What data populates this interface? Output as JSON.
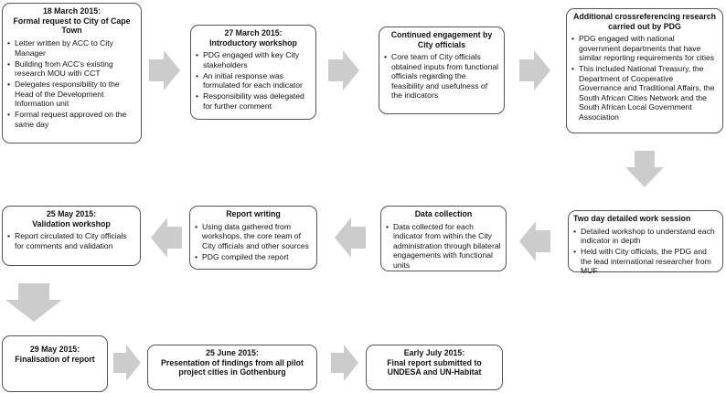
{
  "steps": [
    {
      "date": "18 March 2015:",
      "title": "Formal request to City of Cape Town",
      "bullets": [
        "Letter written by ACC to City Manager",
        "Building from ACC's existing research MOU with CCT",
        "Delegates responsibility to the Head of the Development Information unit",
        "Formal request approved on the same day"
      ]
    },
    {
      "date": "27 March 2015:",
      "title": "Introductory workshop",
      "bullets": [
        "PDG engaged with key City stakeholders",
        "An initial response was formulated for each indicator",
        "Responsibility was delegated for further comment"
      ]
    },
    {
      "date": "",
      "title": "Continued engagement by City officials",
      "bullets": [
        "Core team of City officials obtained inputs from functional officials regarding the feasibility and usefulness of the indicators"
      ]
    },
    {
      "date": "",
      "title": "Additional crossreferencing research carried out by PDG",
      "bullets": [
        "PDG engaged with national government departments that have similar reporting requirements for cities",
        "This included National Treasury, the Department of Cooperative Governance and Traditional Affairs, the South African Cities Network and the South African Local Government Association"
      ]
    },
    {
      "date": "",
      "title": "Two day detailed work session",
      "bullets": [
        "Detailed workshop to understand each indicator in depth",
        "Held with City officials, the PDG and the lead international researcher from MUF"
      ]
    },
    {
      "date": "",
      "title": "Data collection",
      "bullets": [
        "Data collected for each indicator from within the City administration through bilateral engagements with functional units"
      ]
    },
    {
      "date": "",
      "title": "Report writing",
      "bullets": [
        "Using data gathered from workshops, the core team of City officials and other sources",
        "PDG compiled the report"
      ]
    },
    {
      "date": "25 May 2015:",
      "title": "Validation workshop",
      "bullets": [
        "Report circulated to City officials for comments and validation"
      ]
    },
    {
      "date": "29 May 2015:",
      "title": "Finalisation of report",
      "bullets": []
    },
    {
      "date": "25 June 2015:",
      "title": "Presentation of findings from all pilot project cities in Gothenburg",
      "bullets": []
    },
    {
      "date": "Early July 2015:",
      "title": "Final report submitted to UNDESA and UN-Habitat",
      "bullets": []
    }
  ],
  "colors": {
    "arrow": "#cccccc",
    "border": "#555555"
  }
}
